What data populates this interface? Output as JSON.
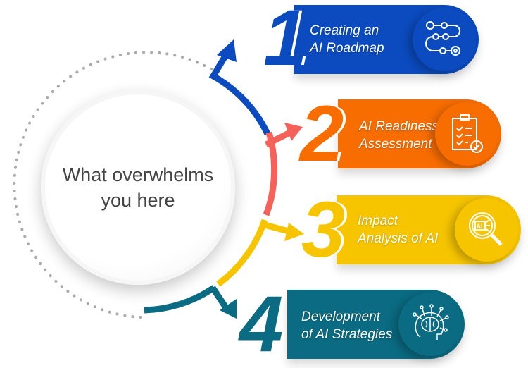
{
  "center_text": "What overwhelms you here",
  "steps": [
    {
      "number": "1",
      "label_line1": "Creating an",
      "label_line2": "AI Roadmap",
      "icon": "roadmap-icon",
      "color": "#0b4bbf"
    },
    {
      "number": "2",
      "label_line1": "AI Readiness",
      "label_line2": "Assessment",
      "icon": "clipboard-check-icon",
      "color": "#f76d00"
    },
    {
      "number": "3",
      "label_line1": "Impact",
      "label_line2": "Analysis of AI",
      "icon": "ai-magnifier-icon",
      "color": "#f6c500"
    },
    {
      "number": "4",
      "label_line1": "Development",
      "label_line2": "of AI Strategies",
      "icon": "ai-brain-head-icon",
      "color": "#0a6b82"
    }
  ],
  "arc_colors": {
    "blue": "#0b4bbf",
    "red": "#f4625a",
    "yellow": "#f6c500",
    "teal": "#0a6b82"
  },
  "icon_ai_text": "AI"
}
